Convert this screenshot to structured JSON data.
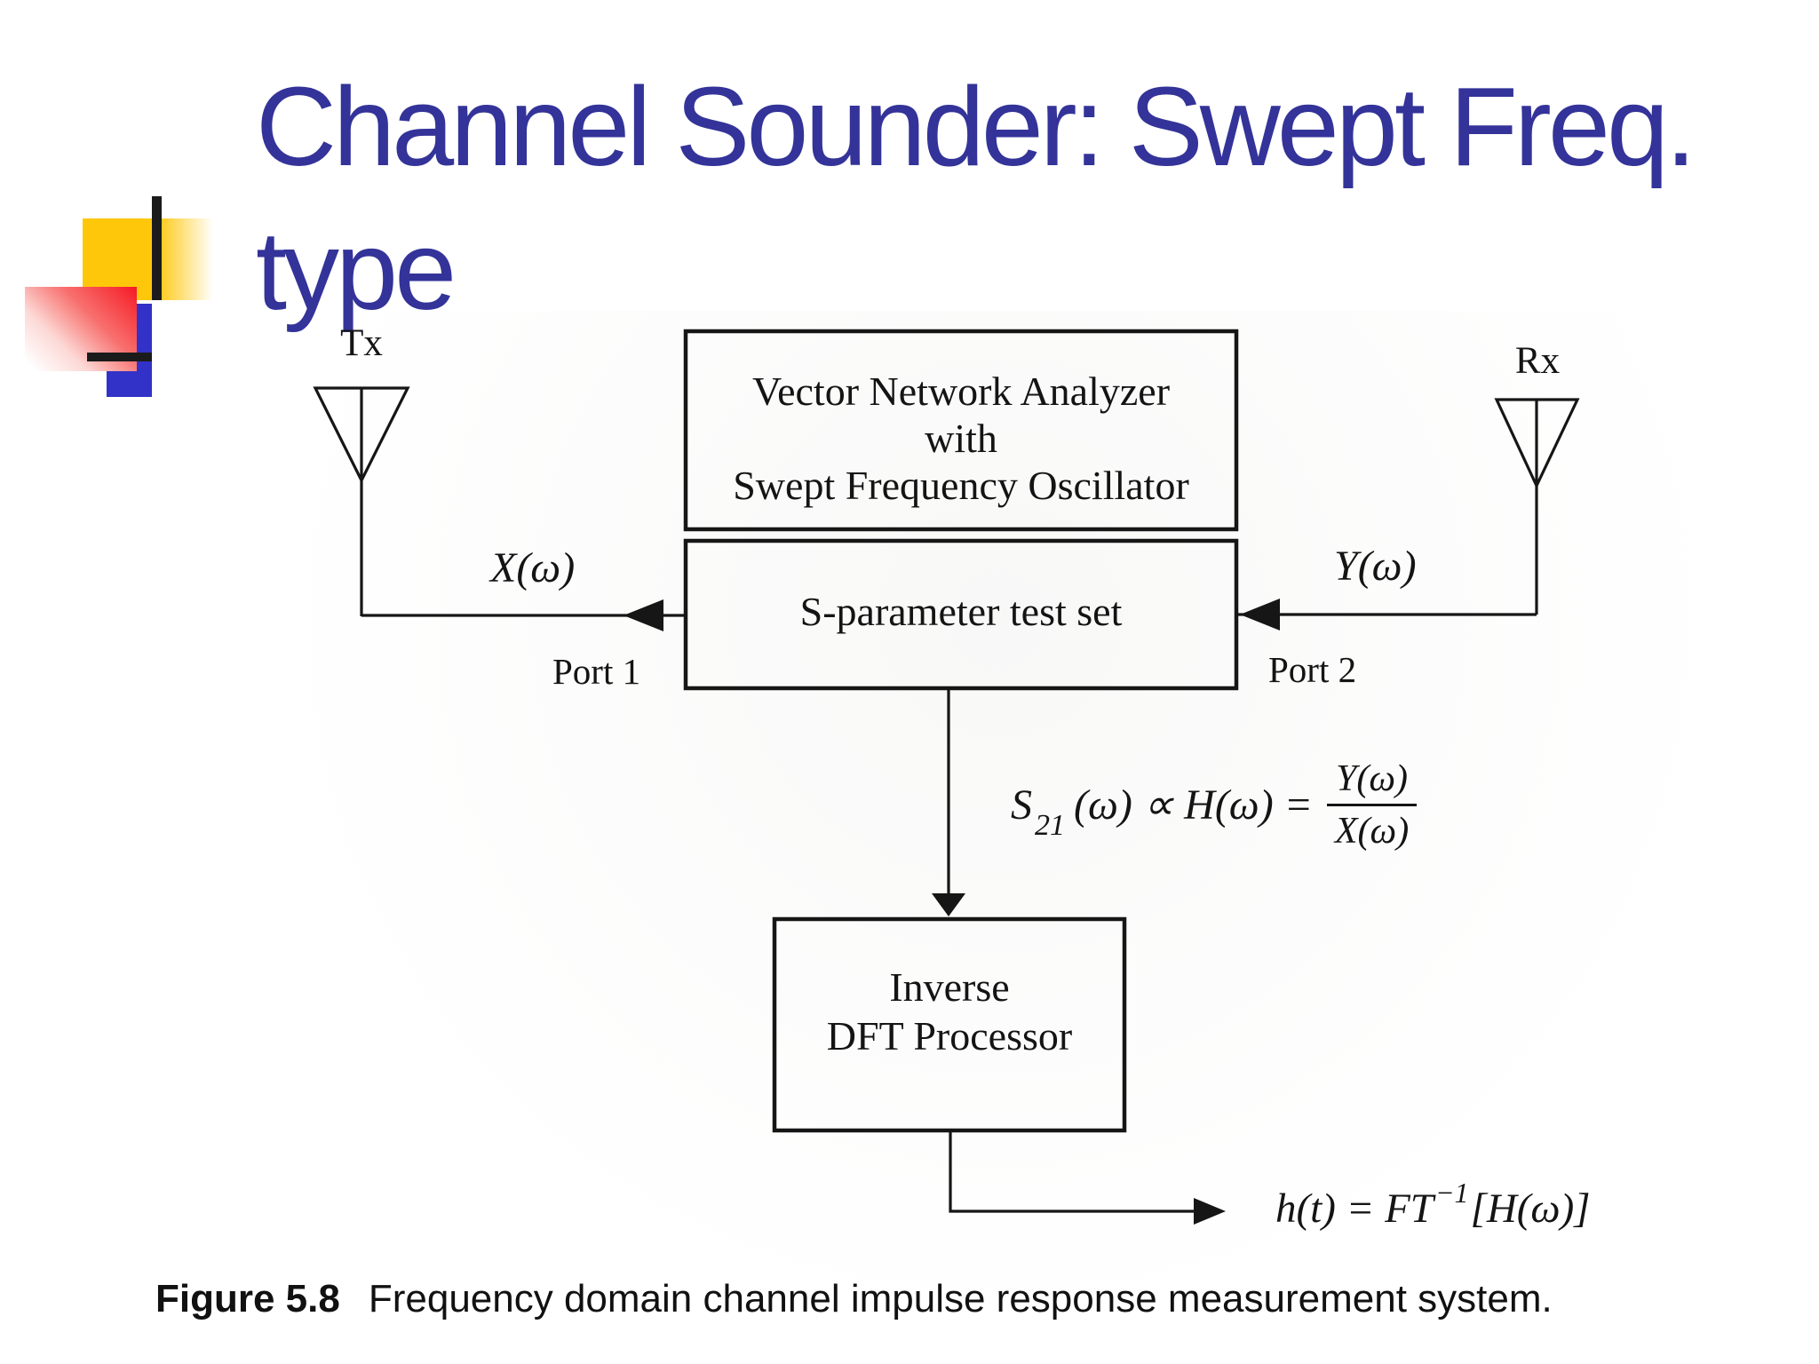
{
  "slide": {
    "title_lines": [
      "Channel Sounder: Swept Freq.",
      "type"
    ],
    "title_color": "#333399",
    "background_color": "#ffffff"
  },
  "decor": {
    "yellow_square_color": "#ffc70a",
    "red_square_color": "#f51a25",
    "blue_rectangle_color": "#3232c8",
    "line_color": "#1b1b1b"
  },
  "diagram": {
    "ink_color": "#161616",
    "tx_label": "Tx",
    "rx_label": "Rx",
    "tx_antenna_icon": "antenna-icon",
    "rx_antenna_icon": "antenna-icon",
    "vna_lines": [
      "Vector Network Analyzer",
      "with",
      "Swept Frequency Oscillator"
    ],
    "sparam_label": "S-parameter test set",
    "x_signal": "X(ω)",
    "y_signal": "Y(ω)",
    "port1_label": "Port 1",
    "port2_label": "Port 2",
    "idft_lines": [
      "Inverse",
      "DFT Processor"
    ],
    "s21_formula": {
      "lhs": "S",
      "sub": "21",
      "rel": "(ω) ∝ H(ω) =",
      "numerator": "Y(ω)",
      "denominator": "X(ω)"
    },
    "ht_formula": {
      "lhs": "h(t) = FT",
      "sup": "−1",
      "rhs": "[H(ω)]"
    }
  },
  "caption": {
    "label": "Figure 5.8",
    "text": "Frequency domain channel impulse response measurement system."
  }
}
